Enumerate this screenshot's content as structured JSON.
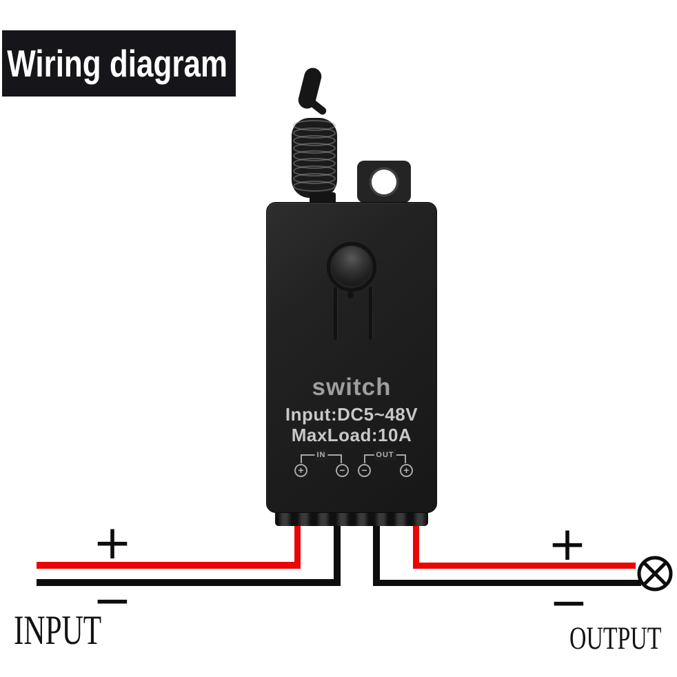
{
  "banner": {
    "title": "Wiring diagram"
  },
  "device": {
    "product_label": "switch",
    "input_spec": "Input:DC5~48V",
    "max_load": "MaxLoad:10A",
    "terminal_groups": [
      {
        "label": "IN",
        "left_sign": "+",
        "right_sign": "−"
      },
      {
        "label": "OUT",
        "left_sign": "−",
        "right_sign": "+"
      }
    ]
  },
  "wiring": {
    "input_label": "INPUT",
    "output_label": "OUTPUT",
    "input_plus": "+",
    "input_minus": "−",
    "output_plus": "+",
    "output_minus": "−",
    "colors": {
      "positive_wire": "#ea0606",
      "negative_wire": "#0d0d0d"
    }
  },
  "icons": {
    "load": "lamp-icon",
    "antenna": "spring-antenna-icon"
  }
}
